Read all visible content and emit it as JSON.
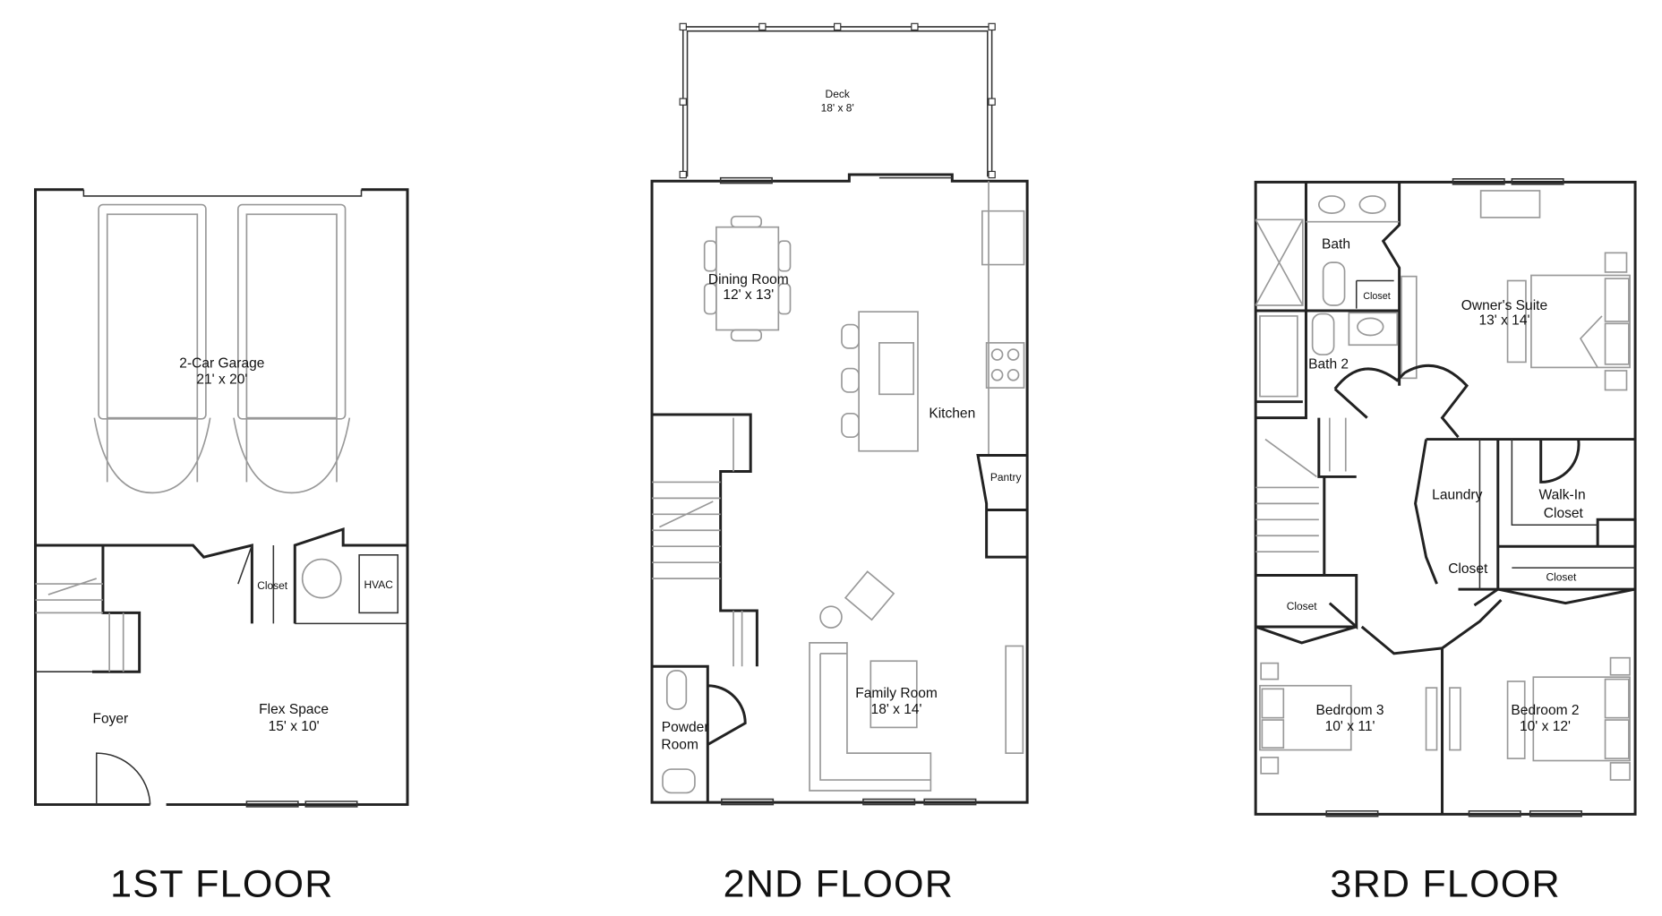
{
  "floors": [
    {
      "title": "1ST FLOOR",
      "rooms": {
        "garage": {
          "name": "2-Car Garage",
          "dims": "21' x 20'"
        },
        "closet": {
          "name": "Closet"
        },
        "hvac": {
          "name": "HVAC"
        },
        "foyer": {
          "name": "Foyer"
        },
        "flex": {
          "name": "Flex Space",
          "dims": "15' x 10'"
        }
      }
    },
    {
      "title": "2ND FLOOR",
      "rooms": {
        "deck": {
          "name": "Deck",
          "dims": "18' x 8'"
        },
        "dining": {
          "name": "Dining Room",
          "dims": "12' x 13'"
        },
        "kitchen": {
          "name": "Kitchen"
        },
        "pantry": {
          "name": "Pantry"
        },
        "family": {
          "name": "Family Room",
          "dims": "18' x 14'"
        },
        "powder": {
          "name": "Powder",
          "name2": "Room"
        }
      }
    },
    {
      "title": "3RD FLOOR",
      "rooms": {
        "bath": {
          "name": "Bath"
        },
        "bath_closet": {
          "name": "Closet"
        },
        "owner": {
          "name": "Owner's Suite",
          "dims": "13' x 14'"
        },
        "bath2": {
          "name": "Bath 2"
        },
        "laundry": {
          "name": "Laundry"
        },
        "walkin": {
          "name": "Walk-In",
          "name2": "Closet"
        },
        "laundry_closet": {
          "name": "Closet"
        },
        "hall_closet": {
          "name": "Closet"
        },
        "bed3_closet": {
          "name": "Closet"
        },
        "bed3": {
          "name": "Bedroom 3",
          "dims": "10' x 11'"
        },
        "bed2": {
          "name": "Bedroom 2",
          "dims": "10' x 12'"
        }
      }
    }
  ]
}
